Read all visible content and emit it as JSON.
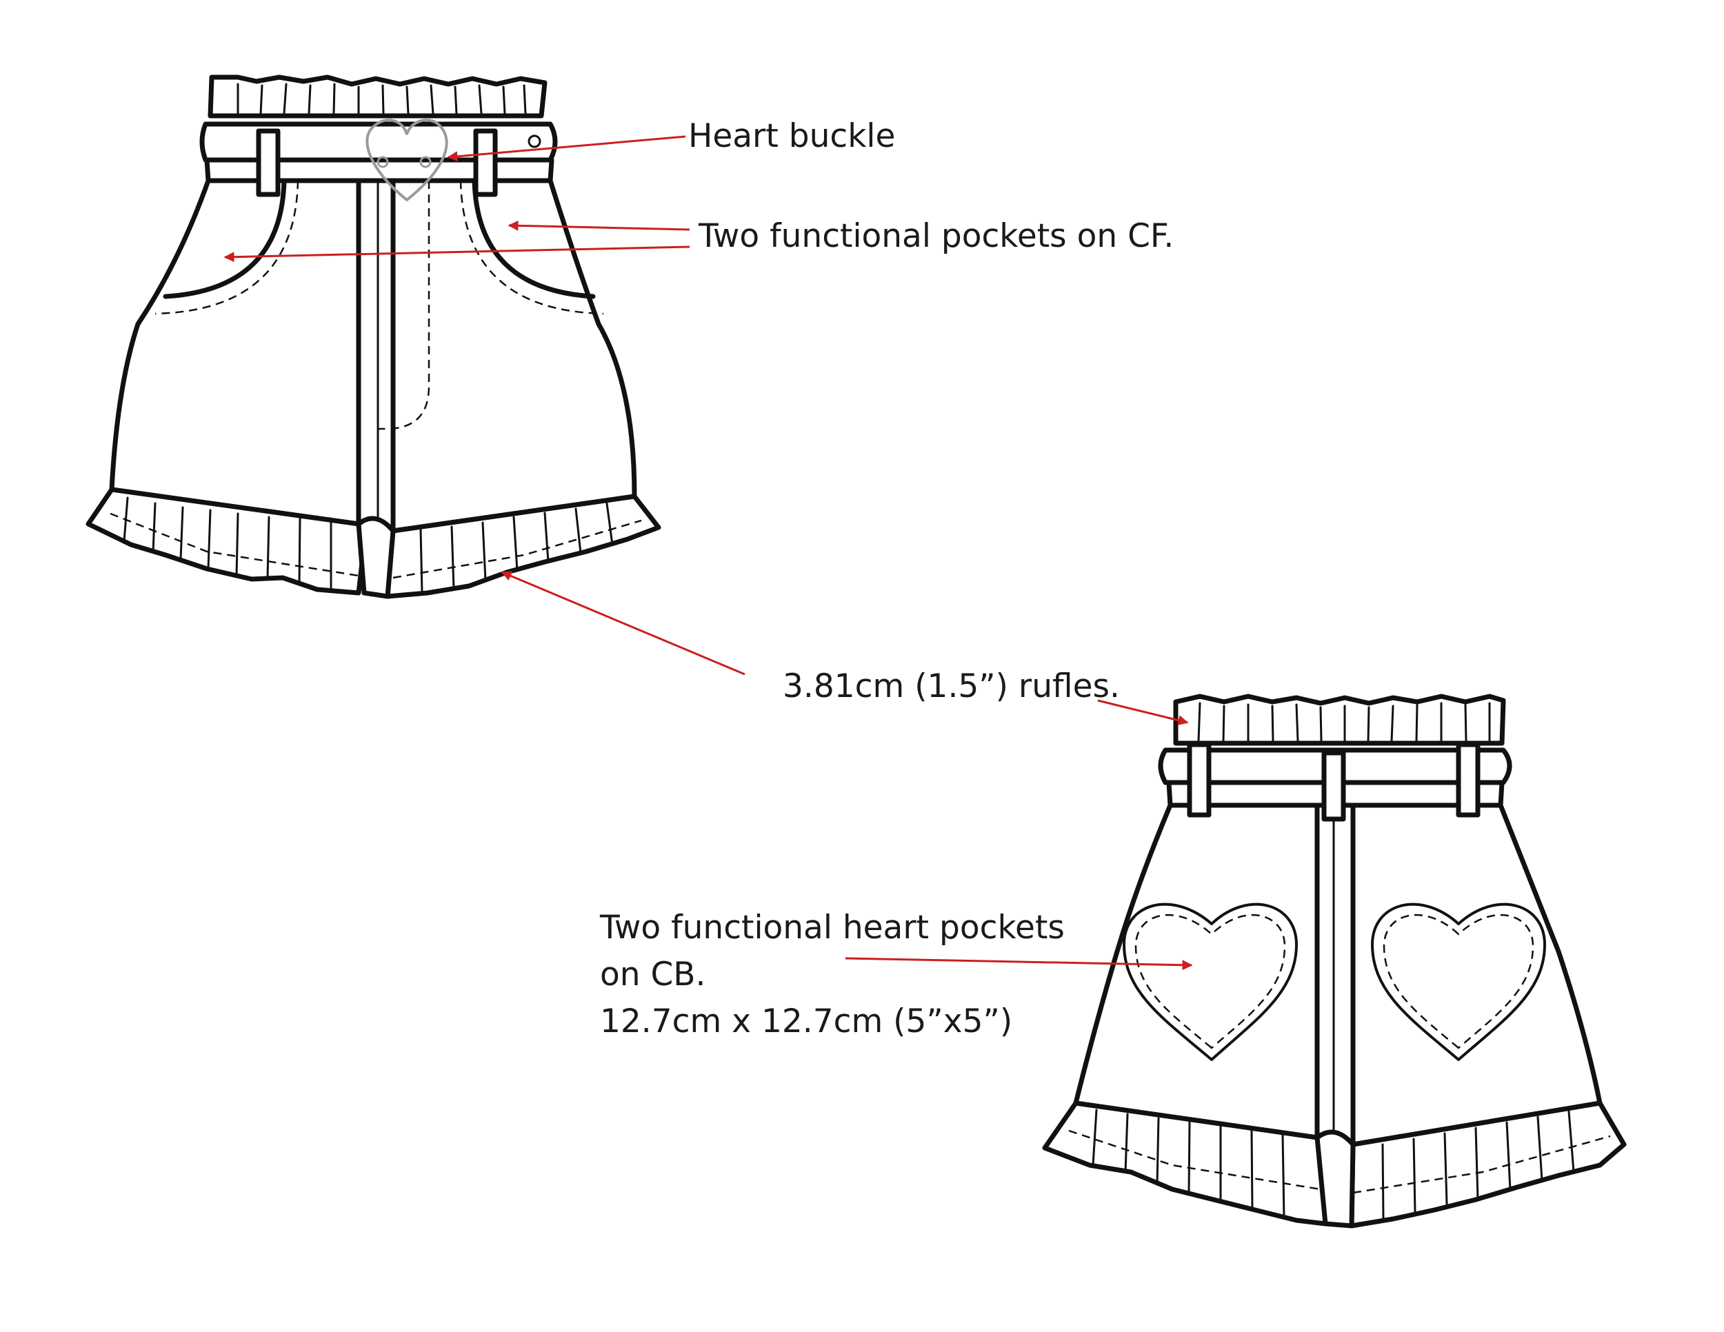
{
  "callouts": {
    "heart_buckle": "Heart buckle",
    "front_pockets": "Two functional pockets on CF.",
    "ruffles": "3.81cm (1.5”) rufles.",
    "back_pockets_line1": "Two functional heart pockets",
    "back_pockets_line2": "on CB.",
    "back_pockets_line3": "12.7cm x 12.7cm (5”x5”)"
  },
  "colors": {
    "annotation_line": "#cc1f1f",
    "outline": "#111111",
    "text": "#1a1a1a",
    "buckle": "#9a9a9a"
  },
  "icons": {
    "buckle": "heart-buckle-icon",
    "back_pocket": "heart-pocket-icon"
  }
}
